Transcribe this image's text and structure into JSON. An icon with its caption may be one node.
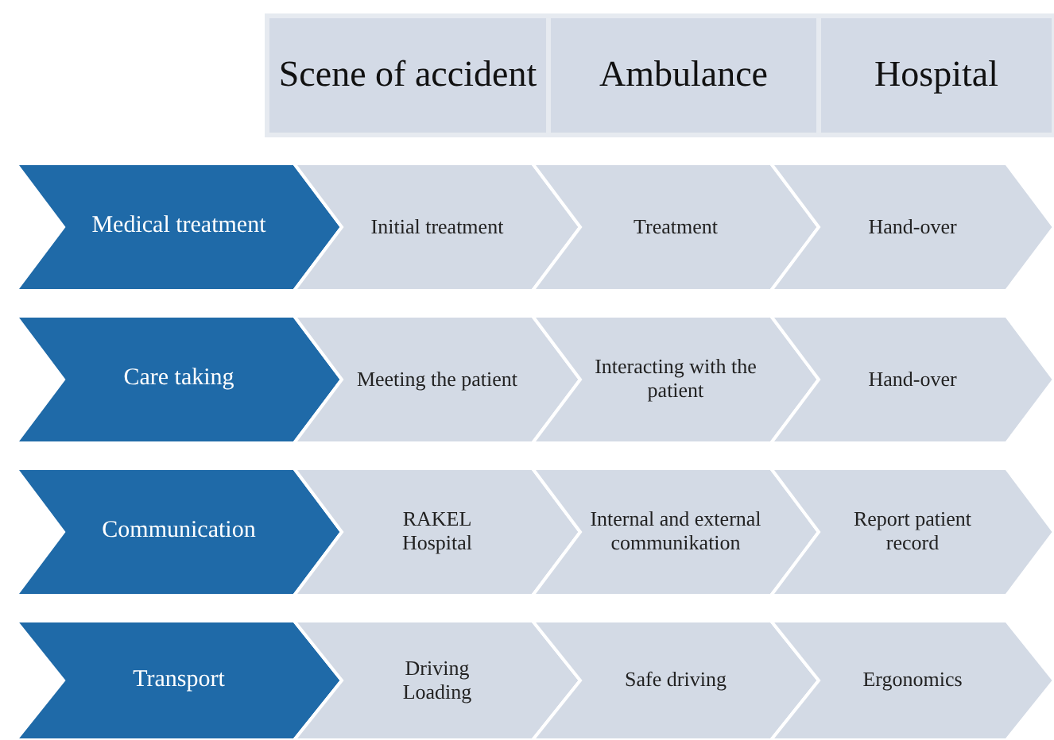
{
  "diagram": {
    "nodes": [
      {
        "text": [
          "Scene of accident"
        ]
      },
      {
        "text": [
          "Ambulance"
        ]
      },
      {
        "text": [
          "Hospital"
        ]
      },
      {
        "text": [
          "Medical treatment"
        ]
      },
      {
        "text": [
          "Initial treatment"
        ]
      },
      {
        "text": [
          "Treatment"
        ]
      },
      {
        "text": [
          "Hand-over"
        ]
      },
      {
        "text": [
          "Care taking"
        ]
      },
      {
        "text": [
          "Meeting the patient"
        ]
      },
      {
        "text": [
          "Interacting with the patient"
        ]
      },
      {
        "text": [
          "Hand-over"
        ]
      },
      {
        "text": [
          "Communication"
        ]
      },
      {
        "text": [
          "RAKEL",
          "Hospital"
        ]
      },
      {
        "text": [
          "Internal and external communikation"
        ]
      },
      {
        "text": [
          "Report patient record"
        ]
      },
      {
        "text": [
          "Transport"
        ]
      },
      {
        "text": [
          "Driving",
          "Loading"
        ]
      },
      {
        "text": [
          "Safe driving"
        ]
      },
      {
        "text": [
          "Ergonomics"
        ]
      }
    ]
  }
}
